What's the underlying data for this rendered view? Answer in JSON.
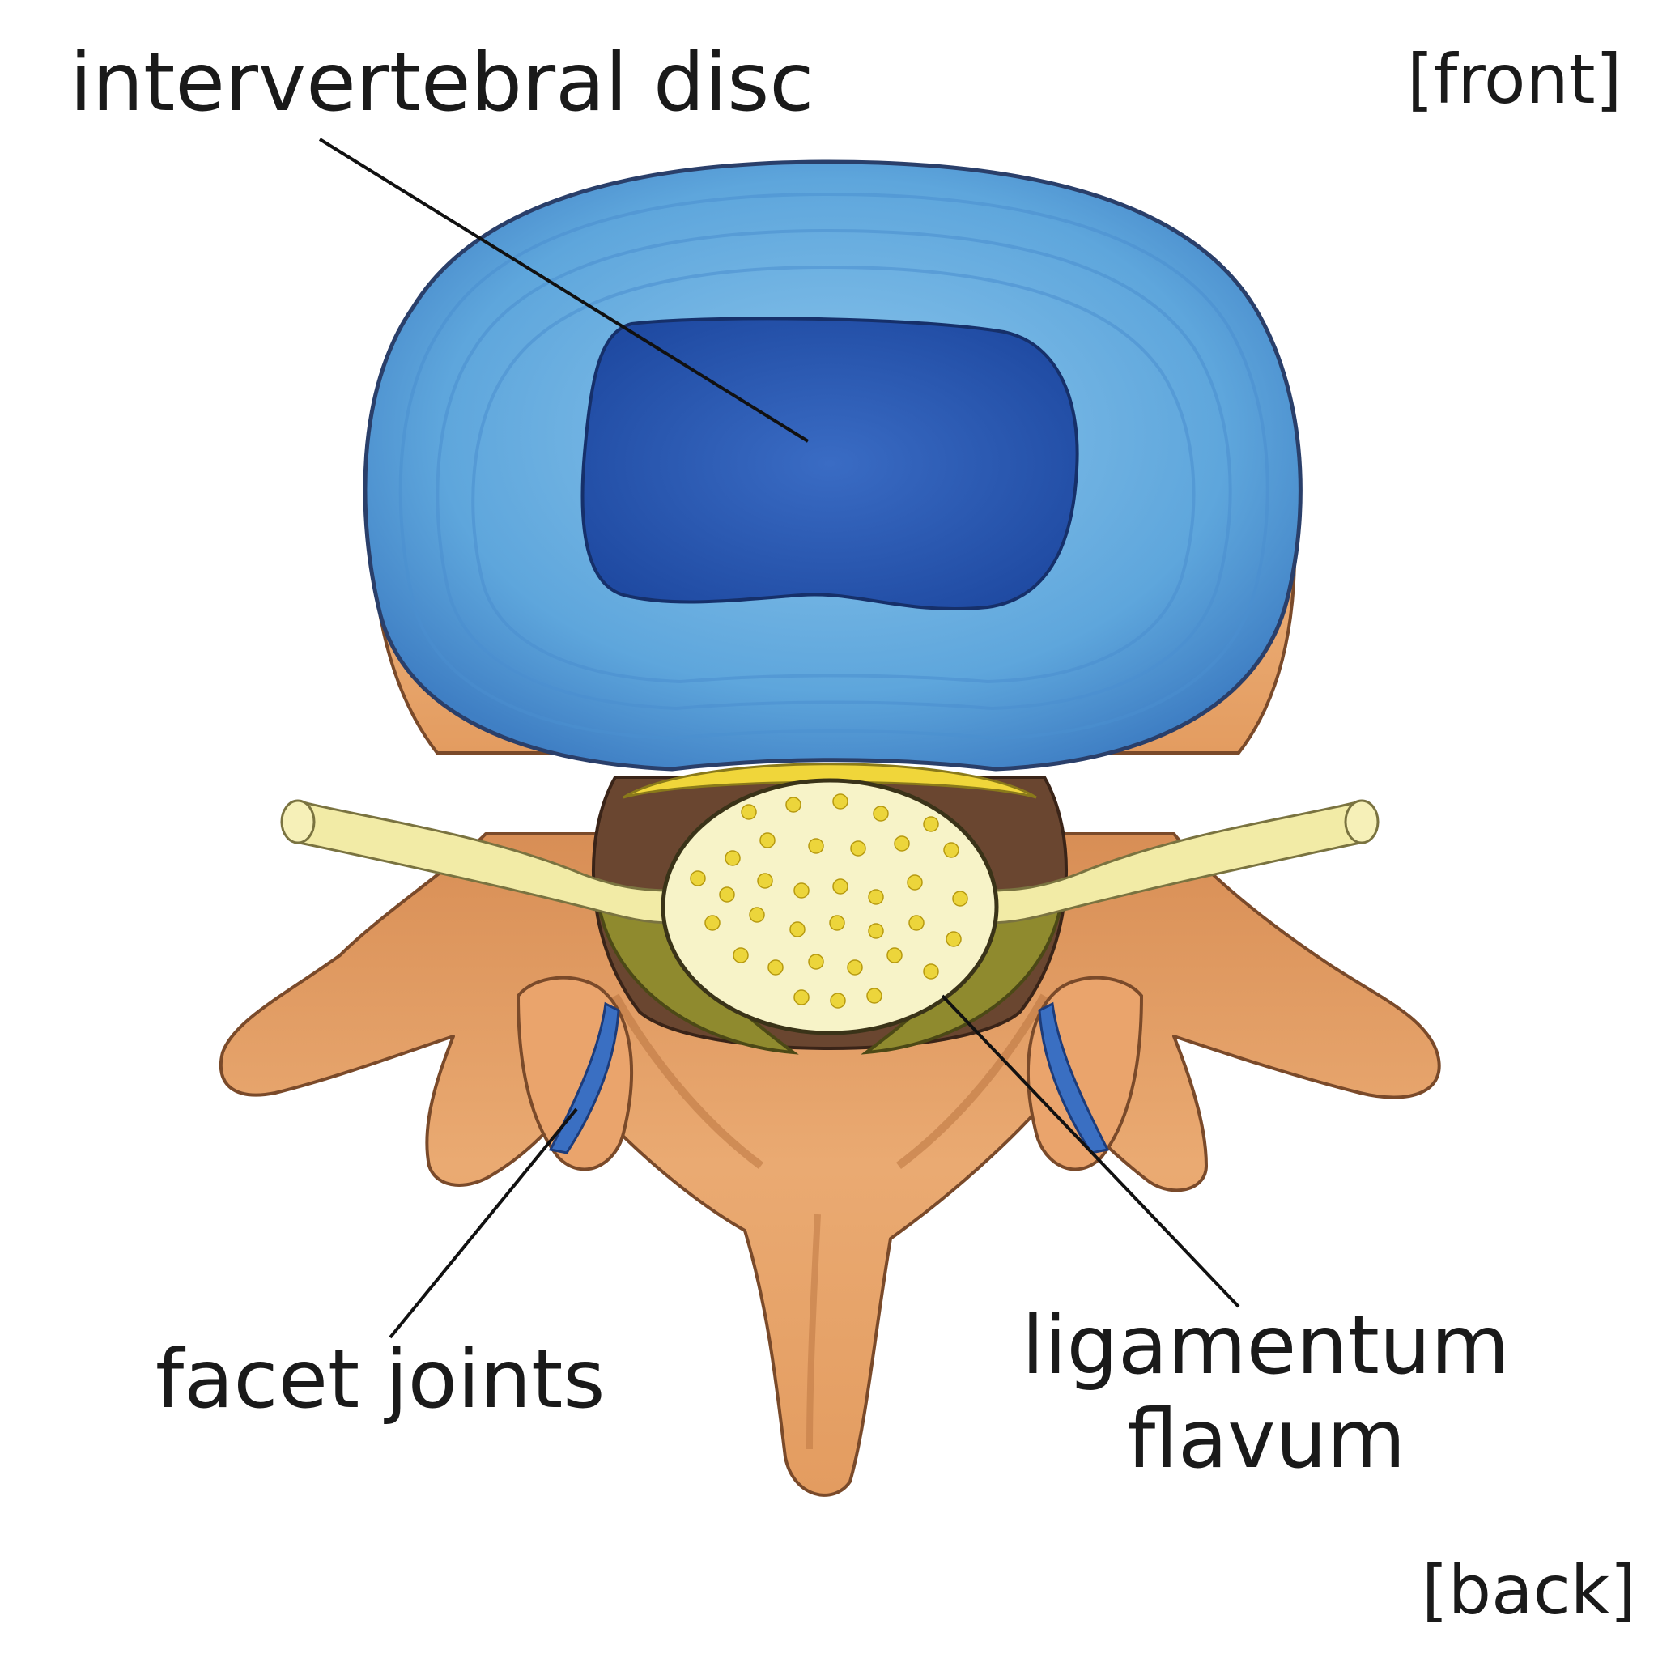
{
  "labels": {
    "intervertebral_disc": "intervertebral disc",
    "front": "[front]",
    "facet_joints": "facet joints",
    "ligamentum_line1": "ligamentum",
    "ligamentum_line2": "flavum",
    "back": "[back]"
  },
  "colors": {
    "annulus": "#6aaee0",
    "nucleus": "#2a58b0",
    "bone": "#e7a66e",
    "bone_shadow": "#c97f48",
    "ligamentum_flavum": "#8f8a2e",
    "epidural_fat": "#f0d63a",
    "spinal_canal_dark": "#6a4630",
    "cord": "#f7f3c8",
    "nerve_root": "#f2eba6",
    "nerve_fibers": "#ecd53b",
    "facet_cartilage": "#3a6fc2",
    "leader_line": "#111111"
  }
}
